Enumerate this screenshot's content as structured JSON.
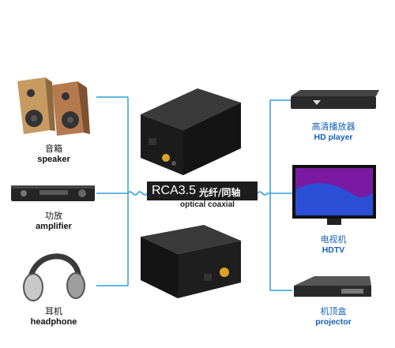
{
  "left_devices": [
    {
      "cn": "音箱",
      "en": "speaker",
      "icon": "speaker-icon"
    },
    {
      "cn": "功放",
      "en": "amplifier",
      "icon": "amplifier-icon"
    },
    {
      "cn": "耳机",
      "en": "headphone",
      "icon": "headphone-icon"
    }
  ],
  "right_devices": [
    {
      "cn": "高清播放器",
      "en": "HD player",
      "icon": "hd-player-icon"
    },
    {
      "cn": "电视机",
      "en": "HDTV",
      "icon": "hdtv-icon"
    },
    {
      "cn": "机顶盒",
      "en": "projector",
      "icon": "set-top-box-icon"
    }
  ],
  "center_band": {
    "rca": "RCA3.5",
    "cn": "光纤/同轴",
    "sub": "optical coaxial"
  },
  "colors": {
    "line": "#2d9fd8",
    "right_label": "#1460b8",
    "box": "#1b1b1b"
  }
}
